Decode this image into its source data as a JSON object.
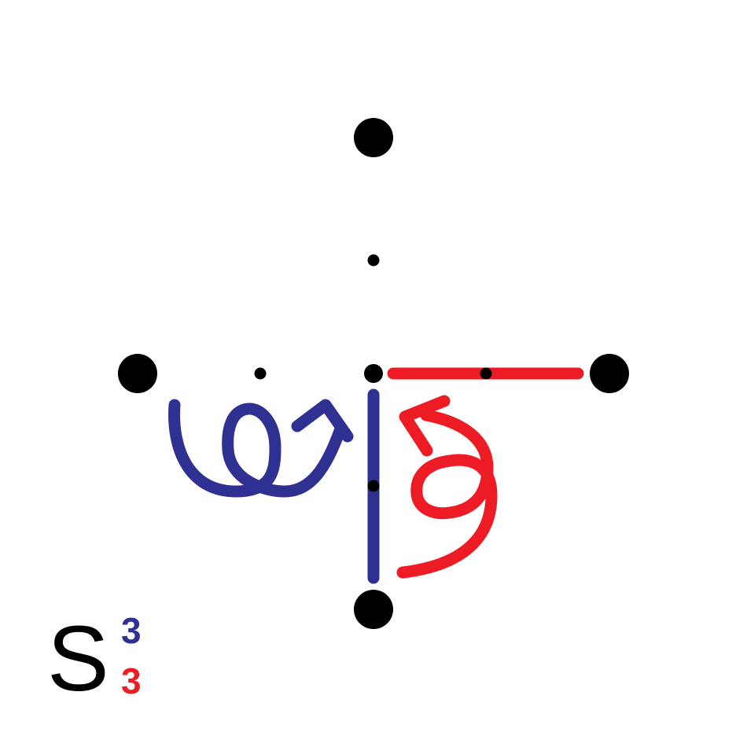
{
  "colors": {
    "node": "#000000",
    "blue": "#2e3192",
    "red": "#ed1c24"
  },
  "label": {
    "symbol": "S",
    "upper_index": "3",
    "lower_index": "3"
  }
}
